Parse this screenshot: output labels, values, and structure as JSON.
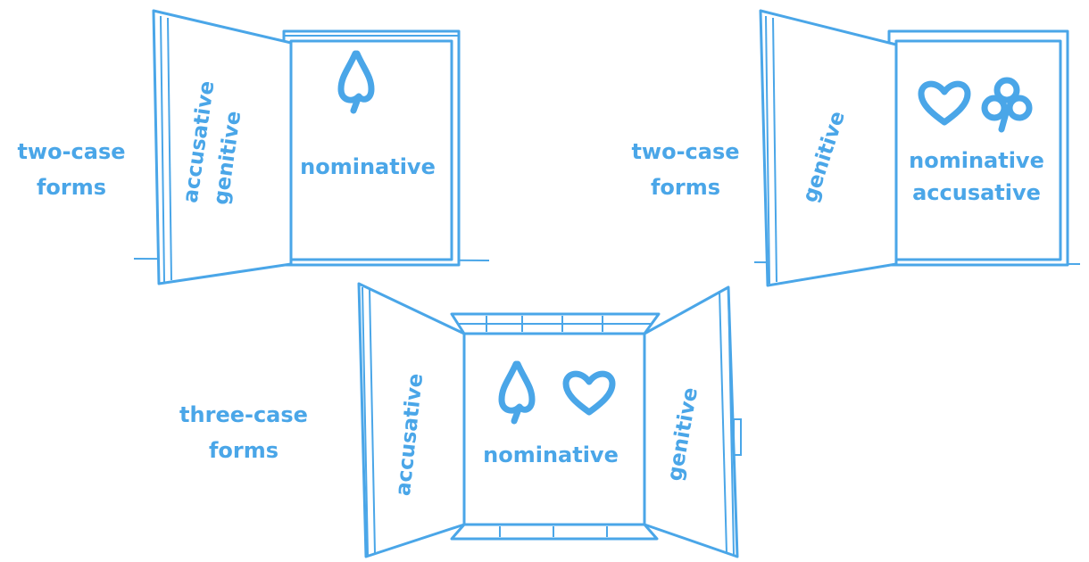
{
  "colors": {
    "ink": "#4aa6e8",
    "background": "#ffffff"
  },
  "diagram_a": {
    "side_label": [
      "two-case",
      "forms"
    ],
    "left_panel": [
      "accusative",
      "genitive"
    ],
    "center_panel": [
      "nominative"
    ],
    "symbols": [
      "spade-icon"
    ]
  },
  "diagram_b": {
    "side_label": [
      "two-case",
      "forms"
    ],
    "left_panel": [
      "genitive"
    ],
    "center_panel": [
      "nominative",
      "accusative"
    ],
    "symbols": [
      "heart-icon",
      "club-icon"
    ]
  },
  "diagram_c": {
    "side_label": [
      "three-case",
      "forms"
    ],
    "left_panel": [
      "accusative"
    ],
    "center_panel": [
      "nominative"
    ],
    "right_panel": [
      "genitive"
    ],
    "symbols": [
      "spade-icon",
      "heart-icon"
    ]
  }
}
